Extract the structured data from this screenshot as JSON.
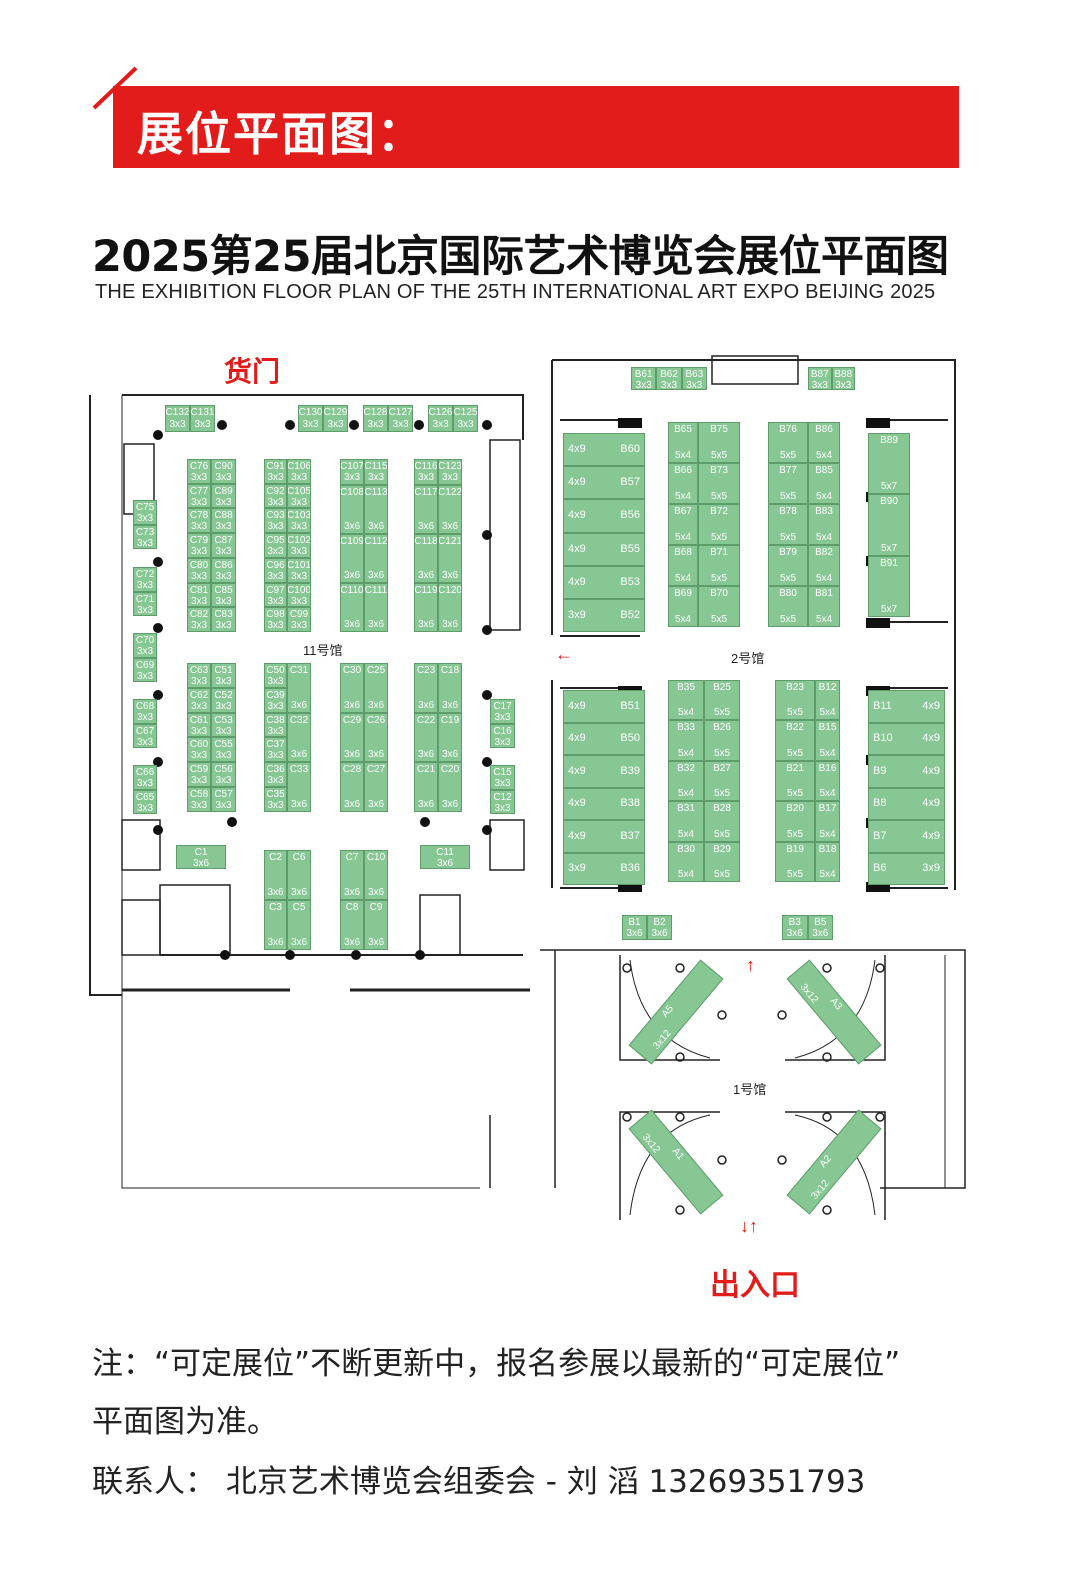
{
  "header": {
    "banner_title": "展位平面图：",
    "accent_color": "#e21b1b"
  },
  "title": "2025第25届北京国际艺术博览会展位平面图",
  "subtitle": "THE EXHIBITION FLOOR PLAN OF THE 25TH INTERNATIONAL ART EXPO BEIJING 2025",
  "map": {
    "booth_color": "#86c793",
    "halls": {
      "h11": "11号馆",
      "h2": "2号馆",
      "h1": "1号馆"
    },
    "cargo_door": "货门",
    "entrance": "出入口",
    "blocks": {
      "c132": [
        [
          "C132",
          "3x3"
        ],
        [
          "C131",
          "3x3"
        ]
      ],
      "c130": [
        [
          "C130",
          "3x3"
        ],
        [
          "C129",
          "3x3"
        ]
      ],
      "c128": [
        [
          "C128",
          "3x3"
        ],
        [
          "C127",
          "3x3"
        ]
      ],
      "c126": [
        [
          "C126",
          "3x3"
        ],
        [
          "C125",
          "3x3"
        ]
      ],
      "c76": [
        [
          "C76",
          "3x3"
        ],
        [
          "C77",
          "3x3"
        ],
        [
          "C78",
          "3x3"
        ],
        [
          "C79",
          "3x3"
        ],
        [
          "C80",
          "3x3"
        ],
        [
          "C81",
          "3x3"
        ],
        [
          "C82",
          "3x3"
        ]
      ],
      "c90": [
        [
          "C90",
          "3x3"
        ],
        [
          "C89",
          "3x3"
        ],
        [
          "C88",
          "3x3"
        ],
        [
          "C87",
          "3x3"
        ],
        [
          "C86",
          "3x3"
        ],
        [
          "C85",
          "3x3"
        ],
        [
          "C83",
          "3x3"
        ]
      ],
      "c91": [
        [
          "C91",
          "3x3"
        ],
        [
          "C92",
          "3x3"
        ],
        [
          "C93",
          "3x3"
        ],
        [
          "C95",
          "3x3"
        ],
        [
          "C96",
          "3x3"
        ],
        [
          "C97",
          "3x3"
        ],
        [
          "C98",
          "3x3"
        ]
      ],
      "c106": [
        [
          "C106",
          "3x3"
        ],
        [
          "C105",
          "3x3"
        ],
        [
          "C103",
          "3x3"
        ],
        [
          "C102",
          "3x3"
        ],
        [
          "C101",
          "3x3"
        ],
        [
          "C100",
          "3x3"
        ],
        [
          "C99",
          "3x3"
        ]
      ],
      "c107": [
        [
          "C107",
          "3x3"
        ],
        [
          "C108",
          "3x6"
        ],
        [
          "C109",
          "3x6"
        ],
        [
          "C110",
          "3x6"
        ]
      ],
      "c115": [
        [
          "C115",
          "3x3"
        ],
        [
          "C113",
          "3x6"
        ],
        [
          "C112",
          "3x6"
        ],
        [
          "C111",
          "3x6"
        ]
      ],
      "c116": [
        [
          "C116",
          "3x3"
        ],
        [
          "C117",
          "3x6"
        ],
        [
          "C118",
          "3x6"
        ],
        [
          "C119",
          "3x6"
        ]
      ],
      "c123": [
        [
          "C123",
          "3x3"
        ],
        [
          "C122",
          "3x6"
        ],
        [
          "C121",
          "3x6"
        ],
        [
          "C120",
          "3x6"
        ]
      ],
      "c75": [
        [
          "C75",
          "3x3"
        ],
        [
          "C73",
          "3x3"
        ]
      ],
      "c72": [
        [
          "C72",
          "3x3"
        ],
        [
          "C71",
          "3x3"
        ]
      ],
      "c70": [
        [
          "C70",
          "3x3"
        ],
        [
          "C69",
          "3x3"
        ]
      ],
      "c68": [
        [
          "C68",
          "3x3"
        ],
        [
          "C67",
          "3x3"
        ]
      ],
      "c66": [
        [
          "C66",
          "3x3"
        ],
        [
          "C65",
          "3x3"
        ]
      ],
      "c17": [
        [
          "C17",
          "3x3"
        ],
        [
          "C16",
          "3x3"
        ]
      ],
      "c15": [
        [
          "C15",
          "3x3"
        ],
        [
          "C12",
          "3x3"
        ]
      ],
      "c63": [
        [
          "C63",
          "3x3"
        ],
        [
          "C62",
          "3x3"
        ],
        [
          "C61",
          "3x3"
        ],
        [
          "C60",
          "3x3"
        ],
        [
          "C59",
          "3x3"
        ],
        [
          "C58",
          "3x3"
        ]
      ],
      "c51": [
        [
          "C51",
          "3x3"
        ],
        [
          "C52",
          "3x3"
        ],
        [
          "C53",
          "3x3"
        ],
        [
          "C55",
          "3x3"
        ],
        [
          "C56",
          "3x3"
        ],
        [
          "C57",
          "3x3"
        ]
      ],
      "c50": [
        [
          "C50",
          "3x3"
        ],
        [
          "C39",
          "3x3"
        ],
        [
          "C38",
          "3x3"
        ],
        [
          "C37",
          "3x3"
        ],
        [
          "C36",
          "3x3"
        ],
        [
          "C35",
          "3x3"
        ]
      ],
      "c31": [
        [
          "C31",
          "3x6"
        ],
        [
          "C32",
          "3x6"
        ],
        [
          "C33",
          "3x6"
        ]
      ],
      "c30": [
        [
          "C30",
          "3x6"
        ],
        [
          "C29",
          "3x6"
        ],
        [
          "C28",
          "3x6"
        ]
      ],
      "c25": [
        [
          "C25",
          "3x6"
        ],
        [
          "C26",
          "3x6"
        ],
        [
          "C27",
          "3x6"
        ]
      ],
      "c23": [
        [
          "C23",
          "3x6"
        ],
        [
          "C22",
          "3x6"
        ],
        [
          "C21",
          "3x6"
        ]
      ],
      "c18": [
        [
          "C18",
          "3x6"
        ],
        [
          "C19",
          "3x6"
        ],
        [
          "C20",
          "3x6"
        ]
      ],
      "c1": [
        [
          "C1",
          "3x6"
        ]
      ],
      "c11": [
        [
          "C11",
          "3x6"
        ]
      ],
      "c2": [
        [
          "C2",
          "3x6"
        ],
        [
          "C3",
          "3x6"
        ]
      ],
      "c6": [
        [
          "C6",
          "3x6"
        ],
        [
          "C5",
          "3x6"
        ]
      ],
      "c7": [
        [
          "C7",
          "3x6"
        ],
        [
          "C8",
          "3x6"
        ]
      ],
      "c10": [
        [
          "C10",
          "3x6"
        ],
        [
          "C9",
          "3x6"
        ]
      ],
      "b61": [
        [
          "B61",
          "3x3"
        ],
        [
          "B62",
          "3x3"
        ],
        [
          "B63",
          "3x3"
        ]
      ],
      "b87": [
        [
          "B87",
          "3x3"
        ],
        [
          "B88",
          "3x3"
        ]
      ],
      "b60": [
        [
          "B60",
          "4x9"
        ],
        [
          "B57",
          "4x9"
        ],
        [
          "B56",
          "4x9"
        ],
        [
          "B55",
          "4x9"
        ],
        [
          "B53",
          "4x9"
        ],
        [
          "B52",
          "3x9"
        ]
      ],
      "b65": [
        [
          "B65",
          "5x4"
        ],
        [
          "B66",
          "5x4"
        ],
        [
          "B67",
          "5x4"
        ],
        [
          "B68",
          "5x4"
        ],
        [
          "B69",
          "5x4"
        ]
      ],
      "b75": [
        [
          "B75",
          "5x5"
        ],
        [
          "B73",
          "5x5"
        ],
        [
          "B72",
          "5x5"
        ],
        [
          "B71",
          "5x5"
        ],
        [
          "B70",
          "5x5"
        ]
      ],
      "b76": [
        [
          "B76",
          "5x5"
        ],
        [
          "B77",
          "5x5"
        ],
        [
          "B78",
          "5x5"
        ],
        [
          "B79",
          "5x5"
        ],
        [
          "B80",
          "5x5"
        ]
      ],
      "b86": [
        [
          "B86",
          "5x4"
        ],
        [
          "B85",
          "5x4"
        ],
        [
          "B83",
          "5x4"
        ],
        [
          "B82",
          "5x4"
        ],
        [
          "B81",
          "5x4"
        ]
      ],
      "b89": [
        [
          "B89",
          "5x7"
        ],
        [
          "B90",
          "5x7"
        ],
        [
          "B91",
          "5x7"
        ]
      ],
      "b51": [
        [
          "B51",
          "4x9"
        ],
        [
          "B50",
          "4x9"
        ],
        [
          "B39",
          "4x9"
        ],
        [
          "B38",
          "4x9"
        ],
        [
          "B37",
          "4x9"
        ],
        [
          "B36",
          "3x9"
        ]
      ],
      "b35": [
        [
          "B35",
          "5x4"
        ],
        [
          "B33",
          "5x4"
        ],
        [
          "B32",
          "5x4"
        ],
        [
          "B31",
          "5x4"
        ],
        [
          "B30",
          "5x4"
        ]
      ],
      "b25": [
        [
          "B25",
          "5x5"
        ],
        [
          "B26",
          "5x5"
        ],
        [
          "B27",
          "5x5"
        ],
        [
          "B28",
          "5x5"
        ],
        [
          "B29",
          "5x5"
        ]
      ],
      "b23": [
        [
          "B23",
          "5x5"
        ],
        [
          "B22",
          "5x5"
        ],
        [
          "B21",
          "5x5"
        ],
        [
          "B20",
          "5x5"
        ],
        [
          "B19",
          "5x5"
        ]
      ],
      "b12": [
        [
          "B12",
          "5x4"
        ],
        [
          "B15",
          "5x4"
        ],
        [
          "B16",
          "5x4"
        ],
        [
          "B17",
          "5x4"
        ],
        [
          "B18",
          "5x4"
        ]
      ],
      "b11": [
        [
          "B11",
          "4x9"
        ],
        [
          "B10",
          "4x9"
        ],
        [
          "B9",
          "4x9"
        ],
        [
          "B8",
          "4x9"
        ],
        [
          "B7",
          "4x9"
        ],
        [
          "B6",
          "3x9"
        ]
      ],
      "b1": [
        [
          "B1",
          "3x6"
        ],
        [
          "B2",
          "3x6"
        ]
      ],
      "b3": [
        [
          "B3",
          "3x6"
        ],
        [
          "B5",
          "3x6"
        ]
      ]
    },
    "diagonal_booths": [
      [
        "A5",
        "3x12"
      ],
      [
        "A3",
        "3x12"
      ],
      [
        "A1",
        "3x12"
      ],
      [
        "A2",
        "3x12"
      ]
    ]
  },
  "notes": {
    "line1": "注：“可定展位”不断更新中，报名参展以最新的“可定展位”",
    "line2": "平面图为准。",
    "contact": "联系人：  北京艺术博览会组委会 - 刘 滔 13269351793"
  }
}
